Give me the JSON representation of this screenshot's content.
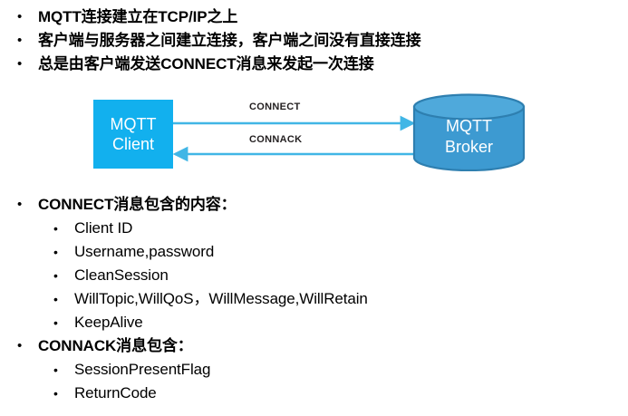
{
  "slide": {
    "background": "#ffffff",
    "top_bullets": [
      {
        "level": 1,
        "text": "MQTT连接建立在TCP/IP之上"
      },
      {
        "level": 1,
        "text": "客户端与服务器之间建立连接，客户端之间没有直接连接"
      },
      {
        "level": 1,
        "text": "总是由客户端发送CONNECT消息来发起一次连接"
      }
    ],
    "bottom_bullets": [
      {
        "level": 1,
        "text": "CONNECT消息包含的内容："
      },
      {
        "level": 2,
        "text": "Client ID"
      },
      {
        "level": 2,
        "text": "Username,password"
      },
      {
        "level": 2,
        "text": "CleanSession"
      },
      {
        "level": 2,
        "text": "WillTopic,WillQoS，WillMessage,WillRetain"
      },
      {
        "level": 2,
        "text": "KeepAlive"
      },
      {
        "level": 1,
        "text": "CONNACK消息包含："
      },
      {
        "level": 2,
        "text": "SessionPresentFlag"
      },
      {
        "level": 2,
        "text": "ReturnCode"
      }
    ],
    "bullet_glyph": "•"
  },
  "diagram": {
    "client": {
      "line1": "MQTT",
      "line2": "Client",
      "fill": "#12B0EE",
      "text_color": "#ffffff"
    },
    "broker": {
      "line1": "MQTT",
      "line2": "Broker",
      "fill": "#3D9AD1",
      "top_fill": "#4FA9DB",
      "stroke": "#2E7FB0",
      "text_color": "#ffffff"
    },
    "arrows": [
      {
        "label": "CONNECT",
        "direction": "client-to-broker",
        "color": "#41B6E6"
      },
      {
        "label": "CONNACK",
        "direction": "broker-to-client",
        "color": "#41B6E6"
      }
    ]
  }
}
